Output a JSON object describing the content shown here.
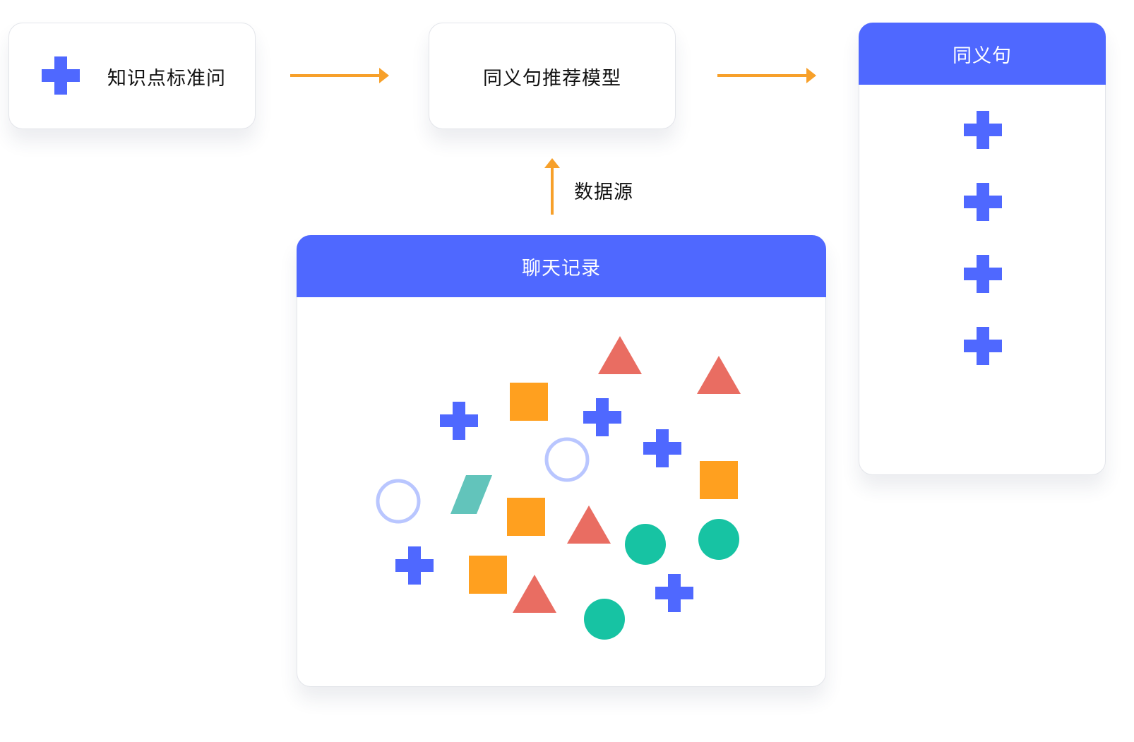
{
  "nodes": {
    "knowledge_question": {
      "label": "知识点标准问"
    },
    "synonym_model": {
      "label": "同义句推荐模型"
    },
    "synonyms": {
      "title": "同义句"
    },
    "chat_records": {
      "title": "聊天记录"
    }
  },
  "edges": {
    "data_source": {
      "label": "数据源"
    }
  },
  "colors": {
    "accent_blue": "#4f68ff",
    "arrow_orange": "#f7a02a",
    "triangle_red": "#e96d62",
    "square_orange": "#ffa01f",
    "circle_green": "#17c3a3",
    "ring_light_blue": "#b9c6ff",
    "parallelogram_teal": "#62c4bb"
  },
  "icons": {
    "cross": "plus-cross-icon",
    "arrow": "arrow-icon"
  }
}
